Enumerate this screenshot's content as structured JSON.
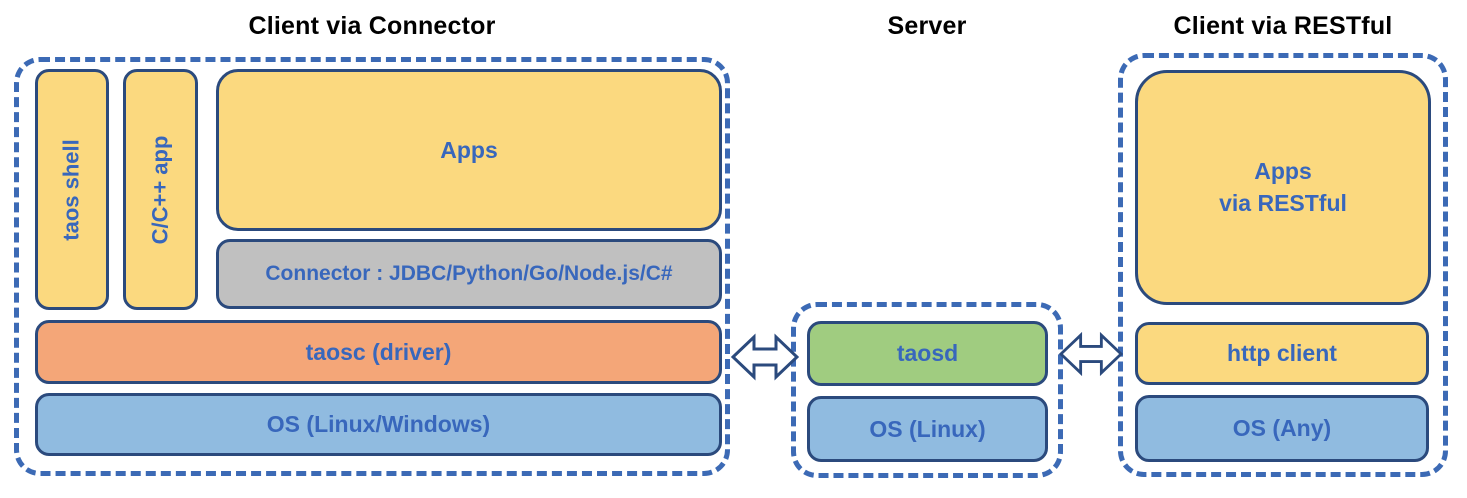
{
  "sections": [
    {
      "title": "Client via Connector",
      "boxes": {
        "taos_shell": "taos shell",
        "cpp_app": "C/C++ app",
        "apps": "Apps",
        "connector": "Connector : JDBC/Python/Go/Node.js/C#",
        "taosc": "taosc (driver)",
        "os": "OS (Linux/Windows)"
      }
    },
    {
      "title": "Server",
      "boxes": {
        "taosd": "taosd",
        "os": "OS (Linux)"
      }
    },
    {
      "title": "Client via RESTful",
      "boxes": {
        "apps_restful": "Apps\nvia RESTful",
        "http_client": "http client",
        "os": "OS (Any)"
      }
    }
  ],
  "icons": {
    "left_arrow": "bidirectional-arrow",
    "right_arrow": "bidirectional-arrow"
  },
  "colors": {
    "box_yellow": "#FBD97F",
    "box_gray": "#C0C0C0",
    "box_orange": "#F4A678",
    "box_blue": "#90BBE0",
    "box_green": "#A0CC80",
    "box_border": "#2B4A7D",
    "dashed_border": "#3C6AB5",
    "label_text": "#3867BC",
    "title_text": "#000000"
  }
}
